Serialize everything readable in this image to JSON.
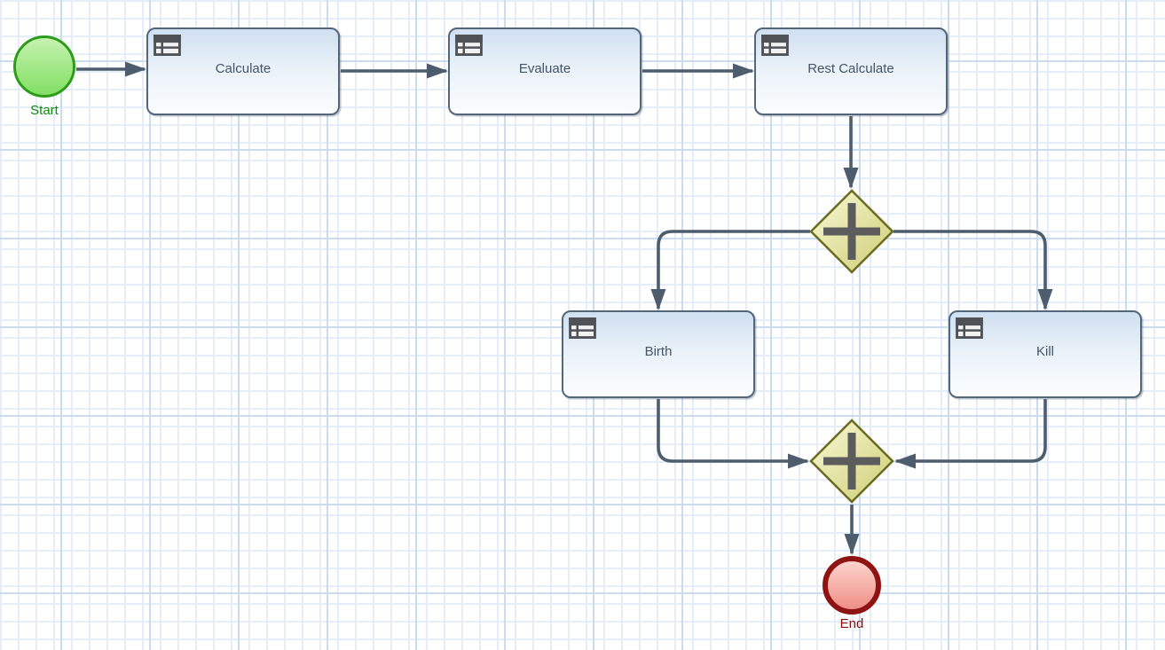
{
  "diagram": {
    "nodes": {
      "start": {
        "label": "Start",
        "type": "start-event"
      },
      "calculate": {
        "label": "Calculate",
        "type": "business-rule-task"
      },
      "evaluate": {
        "label": "Evaluate",
        "type": "business-rule-task"
      },
      "rest_calculate": {
        "label": "Rest Calculate",
        "type": "business-rule-task"
      },
      "gateway_split": {
        "label": "",
        "type": "parallel-gateway"
      },
      "birth": {
        "label": "Birth",
        "type": "business-rule-task"
      },
      "kill": {
        "label": "Kill",
        "type": "business-rule-task"
      },
      "gateway_join": {
        "label": "",
        "type": "parallel-gateway"
      },
      "end": {
        "label": "End",
        "type": "end-event"
      }
    },
    "edges": [
      {
        "from": "start",
        "to": "calculate"
      },
      {
        "from": "calculate",
        "to": "evaluate"
      },
      {
        "from": "evaluate",
        "to": "rest_calculate"
      },
      {
        "from": "rest_calculate",
        "to": "gateway_split"
      },
      {
        "from": "gateway_split",
        "to": "birth"
      },
      {
        "from": "gateway_split",
        "to": "kill"
      },
      {
        "from": "birth",
        "to": "gateway_join"
      },
      {
        "from": "kill",
        "to": "gateway_join"
      },
      {
        "from": "gateway_join",
        "to": "end"
      }
    ]
  },
  "palette": {
    "canvas_grid_minor": "#e4edf8",
    "canvas_grid_major": "#ccdcef",
    "connector": "#4d5d6d",
    "task_fill_top": "#cfe0f1",
    "task_fill_bottom": "#fbfdfe",
    "task_border": "#54667a",
    "task_text": "#44556a",
    "start_fill_top": "#c6f2b0",
    "start_fill_bottom": "#81e063",
    "start_border": "#2d9c1b",
    "start_text": "#0c8a0c",
    "end_fill_top": "#fbd3cd",
    "end_fill_bottom": "#ef9086",
    "end_border": "#8e1313",
    "end_text": "#8b0b0b",
    "gateway_fill_light": "#fafad8",
    "gateway_fill_dark": "#cdcd74",
    "gateway_border": "#6b6b1f",
    "gateway_plus": "#5c5c5c",
    "icon_dark": "#4e5257"
  }
}
